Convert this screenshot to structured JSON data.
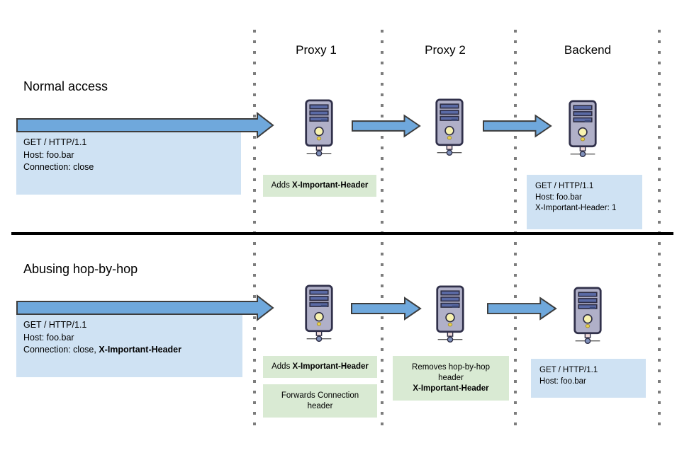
{
  "columns": {
    "proxy1": "Proxy 1",
    "proxy2": "Proxy 2",
    "backend": "Backend"
  },
  "normal": {
    "title": "Normal access",
    "client_request": {
      "l1": "GET / HTTP/1.1",
      "l2": "Host: foo.bar",
      "l3": "Connection: close"
    },
    "proxy1_note": {
      "prefix": "Adds ",
      "bold": "X-Important-Header"
    },
    "backend_request": {
      "l1": "GET / HTTP/1.1",
      "l2": "Host: foo.bar",
      "l3": "X-Important-Header: 1"
    }
  },
  "abuse": {
    "title": "Abusing hop-by-hop",
    "client_request": {
      "l1": "GET / HTTP/1.1",
      "l2": "Host: foo.bar",
      "l3_prefix": "Connection: close, ",
      "l3_bold": "X-Important-Header"
    },
    "proxy1_note1": {
      "prefix": "Adds ",
      "bold": "X-Important-Header"
    },
    "proxy1_note2": {
      "l1": "Forwards Connection",
      "l2": "header"
    },
    "proxy2_note": {
      "l1": "Removes hop-by-hop",
      "l2": "header",
      "l3_bold": "X-Important-Header"
    },
    "backend_request": {
      "l1": "GET / HTTP/1.1",
      "l2": "Host: foo.bar"
    }
  },
  "colors": {
    "arrow_fill": "#6fa8dc",
    "request_box": "#cfe2f3",
    "note_box": "#d9ead3",
    "dotted_line": "#7d7d7d",
    "divider": "#000000"
  },
  "icons": {
    "server": "server-tower-icon",
    "arrow": "right-block-arrow-icon"
  }
}
